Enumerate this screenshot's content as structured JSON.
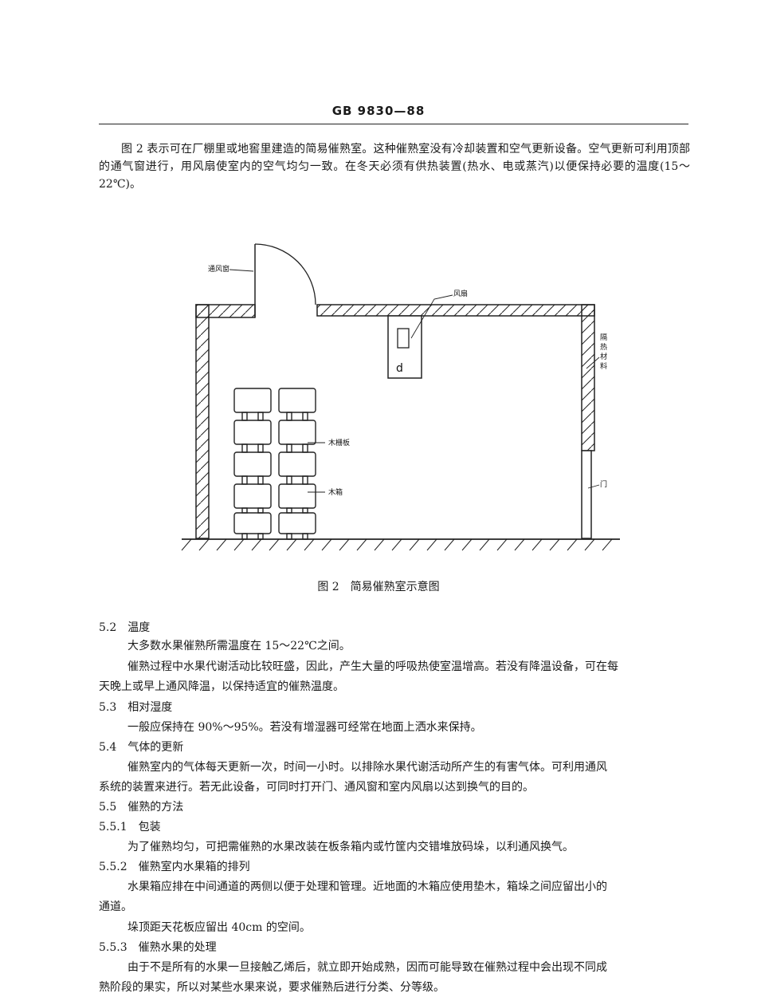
{
  "header": "GB 9830—88",
  "intro": "图 2 表示可在厂棚里或地窖里建造的简易催熟室。这种催熟室没有冷却装置和空气更新设备。空气更新可利用顶部的通气窗进行，用风扇使室内的空气均匀一致。在冬天必须有供热装置(热水、电或蒸汽)以便保持必要的温度(15～22℃)。",
  "figure": {
    "labels": {
      "vent_window": "通风窗",
      "fan": "风扇",
      "insulation_1": "隔",
      "insulation_2": "热",
      "insulation_3": "材",
      "insulation_4": "料",
      "pallet": "木栅板",
      "box": "木箱",
      "door": "门",
      "fan_symbol": "d"
    },
    "caption": "图 2　简易催熟室示意图"
  },
  "sections": {
    "s52_heading": "5.2　温度",
    "s52_p1": "大多数水果催熟所需温度在 15～22℃之间。",
    "s52_p2a": "催熟过程中水果代谢活动比较旺盛，因此，产生大量的呼吸热使室温增高。若没有降温设备，可在每",
    "s52_p2b": "天晚上或早上通风降温，以保持适宜的催熟温度。",
    "s53_heading": "5.3　相对湿度",
    "s53_p1": "一般应保持在 90%～95%。若没有增湿器可经常在地面上洒水来保持。",
    "s54_heading": "5.4　气体的更新",
    "s54_p1a": "催熟室内的气体每天更新一次，时间一小时。以排除水果代谢活动所产生的有害气体。可利用通风",
    "s54_p1b": "系统的装置来进行。若无此设备，可同时打开门、通风窗和室内风扇以达到换气的目的。",
    "s55_heading": "5.5　催熟的方法",
    "s551_heading": "5.5.1　包装",
    "s551_p1": "为了催熟均匀，可把需催熟的水果改装在板条箱内或竹筐内交错堆放码垛，以利通风换气。",
    "s552_heading": "5.5.2　催熟室内水果箱的排列",
    "s552_p1a": "水果箱应排在中间通道的两侧以便于处理和管理。近地面的木箱应使用垫木，箱垛之间应留出小的",
    "s552_p1b": "通道。",
    "s552_p2": "垛顶距天花板应留出 40cm 的空间。",
    "s553_heading": "5.5.3　催熟水果的处理",
    "s553_p1a": "由于不是所有的水果一旦接触乙烯后，就立即开始成熟，因而可能导致在催熟过程中会出现不同成",
    "s553_p1b": "熟阶段的果实，所以对某些水果来说，要求催熟后进行分类、分等级。"
  }
}
